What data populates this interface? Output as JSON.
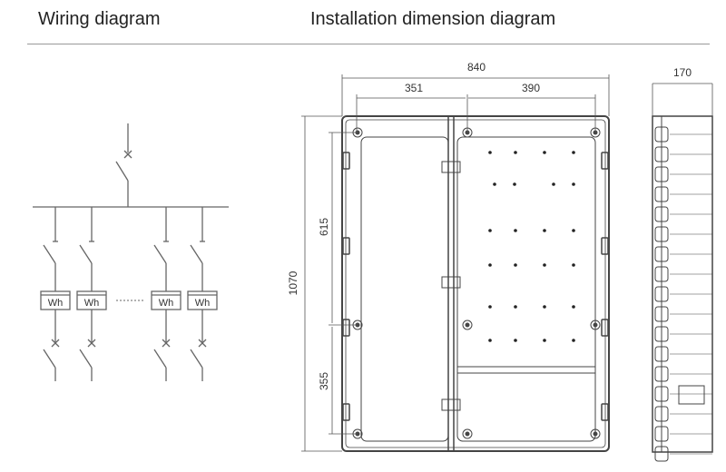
{
  "titles": {
    "wiring": "Wiring diagram",
    "installation": "Installation dimension diagram"
  },
  "wiring": {
    "meter_label": "Wh"
  },
  "dimensions": {
    "width_total": "840",
    "left_span": "351",
    "right_span": "390",
    "height_total": "1070",
    "upper_height": "615",
    "lower_height": "355",
    "depth": "170"
  }
}
